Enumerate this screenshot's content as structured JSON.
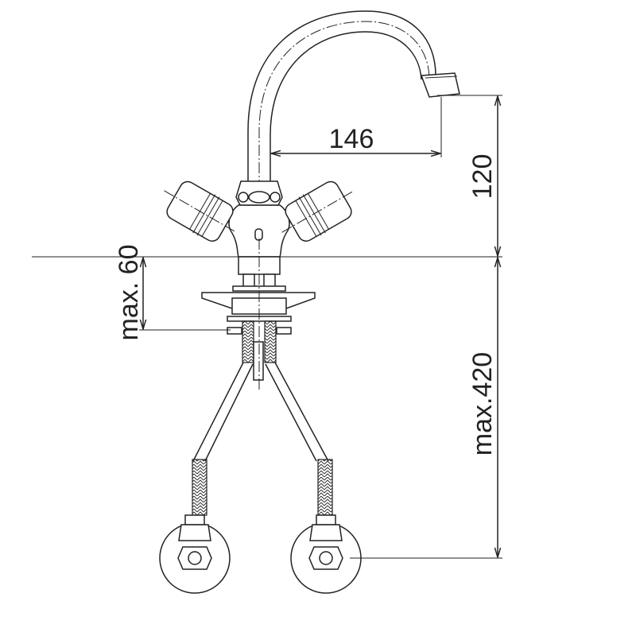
{
  "dimensions": {
    "spout_reach": "146",
    "spout_height": "120",
    "max_deck_thickness": "max. 60",
    "max_connection_length": "max.420"
  }
}
